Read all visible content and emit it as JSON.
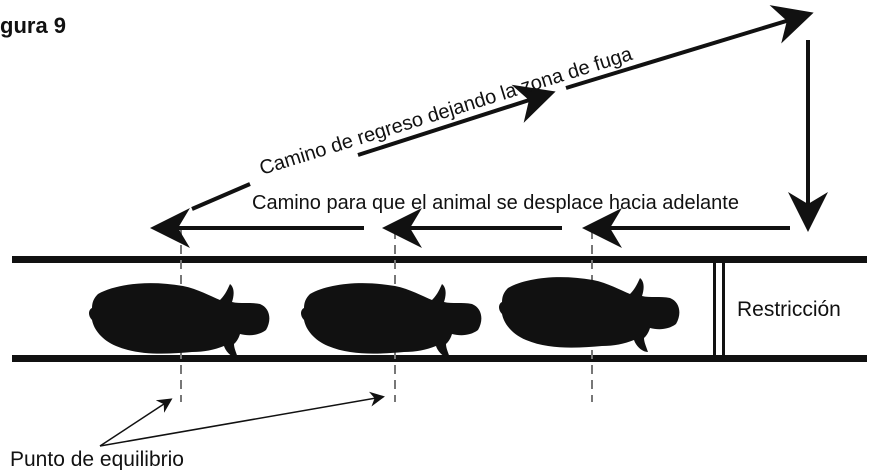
{
  "figure": {
    "title": "gura 9"
  },
  "labels": {
    "return_path": "Camino de regreso dejando la zona de fuga",
    "forward_path": "Camino para que el animal se desplace hacia adelante",
    "restriction": "Restricción",
    "balance_point": "Punto de equilibrio"
  },
  "colors": {
    "ink": "#111111",
    "dash": "#777777",
    "background": "#ffffff"
  },
  "animals": [
    {
      "name": "animal-1"
    },
    {
      "name": "animal-2"
    },
    {
      "name": "animal-3"
    }
  ]
}
